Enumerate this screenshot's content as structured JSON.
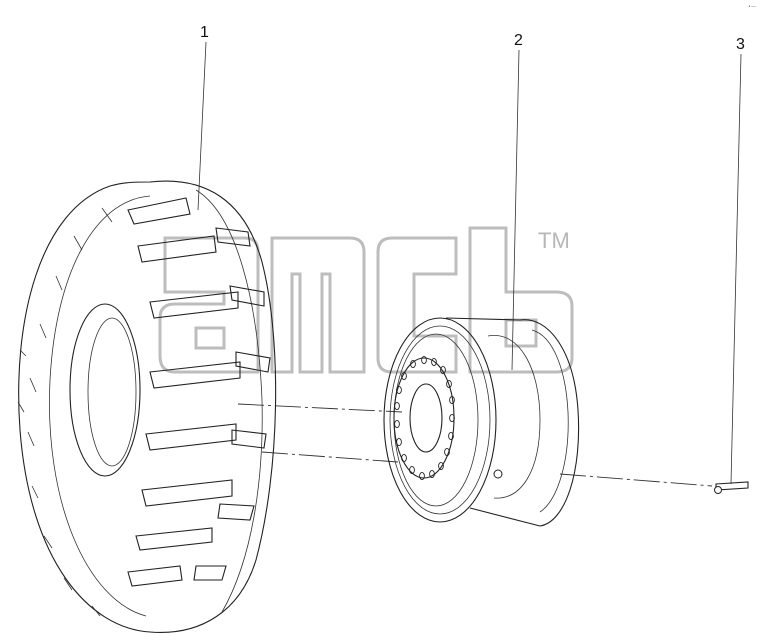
{
  "callouts": [
    {
      "id": "1",
      "label": "1"
    },
    {
      "id": "2",
      "label": "2"
    },
    {
      "id": "3",
      "label": "3"
    }
  ],
  "parts": [
    {
      "callout": "1",
      "name": "tire"
    },
    {
      "callout": "2",
      "name": "wheel-rim"
    },
    {
      "callout": "3",
      "name": "valve"
    }
  ],
  "watermark": {
    "trademark": "TM",
    "color": "#bdbdbd"
  },
  "corner_mark": "•—"
}
